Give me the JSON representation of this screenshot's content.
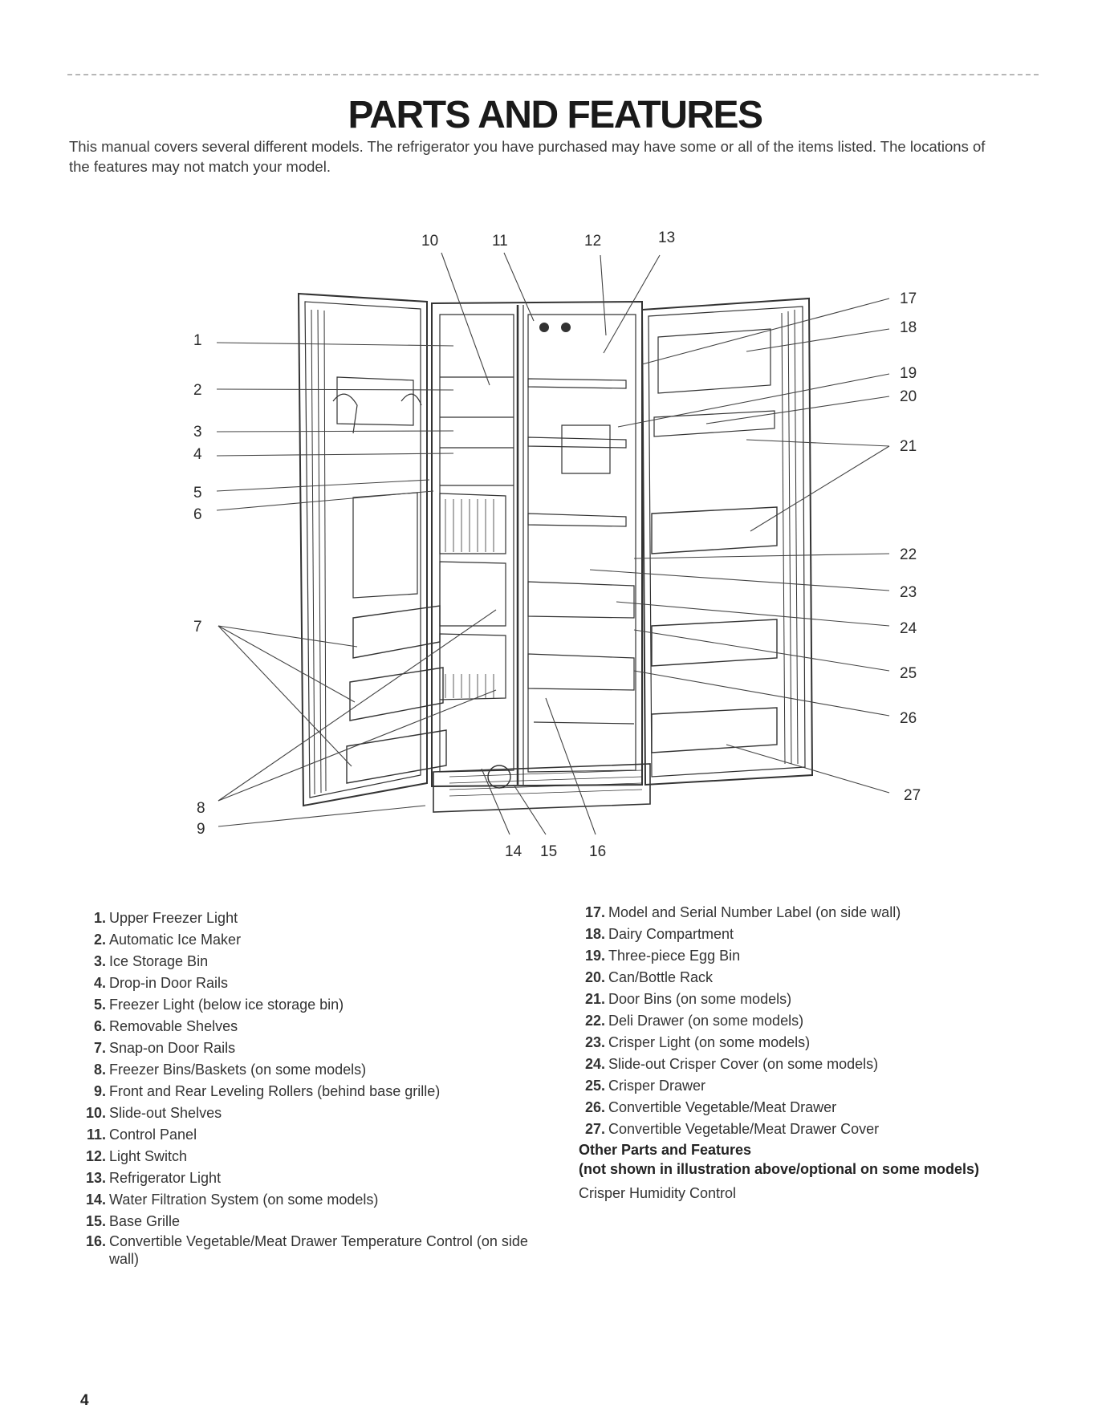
{
  "title": "PARTS AND FEATURES",
  "intro": "This manual covers several different models. The refrigerator you have purchased may have some or all of the items listed. The locations of the features may not match your model.",
  "diagram": {
    "callouts": [
      "1",
      "2",
      "3",
      "4",
      "5",
      "6",
      "7",
      "8",
      "9",
      "10",
      "11",
      "12",
      "13",
      "14",
      "15",
      "16",
      "17",
      "18",
      "19",
      "20",
      "21",
      "22",
      "23",
      "24",
      "25",
      "26",
      "27"
    ]
  },
  "parts_left": [
    {
      "num": "1.",
      "label": "Upper Freezer Light"
    },
    {
      "num": "2.",
      "label": "Automatic Ice Maker"
    },
    {
      "num": "3.",
      "label": "Ice Storage Bin"
    },
    {
      "num": "4.",
      "label": "Drop-in Door Rails"
    },
    {
      "num": "5.",
      "label": "Freezer Light (below ice storage bin)"
    },
    {
      "num": "6.",
      "label": "Removable Shelves"
    },
    {
      "num": "7.",
      "label": "Snap-on Door Rails"
    },
    {
      "num": "8.",
      "label": "Freezer Bins/Baskets (on some models)"
    },
    {
      "num": "9.",
      "label": "Front and Rear Leveling Rollers (behind base grille)"
    },
    {
      "num": "10.",
      "label": "Slide-out Shelves"
    },
    {
      "num": "11.",
      "label": "Control Panel"
    },
    {
      "num": "12.",
      "label": "Light Switch"
    },
    {
      "num": "13.",
      "label": "Refrigerator Light"
    },
    {
      "num": "14.",
      "label": "Water Filtration System (on some models)"
    },
    {
      "num": "15.",
      "label": "Base Grille"
    },
    {
      "num": "16.",
      "label": "Convertible Vegetable/Meat Drawer Temperature Control (on side wall)"
    }
  ],
  "parts_right": [
    {
      "num": "17.",
      "label": "Model and Serial Number Label (on side wall)"
    },
    {
      "num": "18.",
      "label": "Dairy Compartment"
    },
    {
      "num": "19.",
      "label": "Three-piece Egg Bin"
    },
    {
      "num": "20.",
      "label": "Can/Bottle Rack"
    },
    {
      "num": "21.",
      "label": "Door Bins (on some models)"
    },
    {
      "num": "22.",
      "label": "Deli Drawer (on some models)"
    },
    {
      "num": "23.",
      "label": "Crisper Light (on some models)"
    },
    {
      "num": "24.",
      "label": "Slide-out Crisper Cover (on some models)"
    },
    {
      "num": "25.",
      "label": "Crisper Drawer"
    },
    {
      "num": "26.",
      "label": "Convertible Vegetable/Meat Drawer"
    },
    {
      "num": "27.",
      "label": "Convertible Vegetable/Meat Drawer Cover"
    }
  ],
  "other": {
    "title": "Other Parts and Features",
    "subtitle": "(not shown in illustration above/optional on some models)",
    "items": [
      "Crisper Humidity Control"
    ]
  },
  "page_number": "4"
}
